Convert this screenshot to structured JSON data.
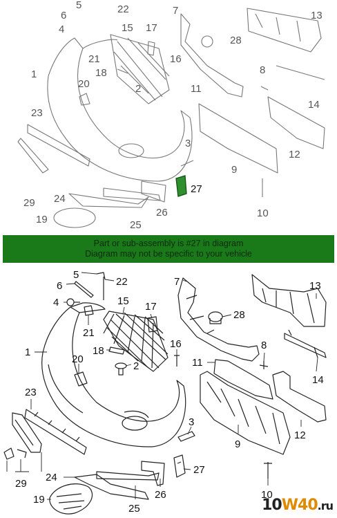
{
  "banner": {
    "line1": "Part or sub-assembly is #27 in diagram",
    "line2": "Diagram may not be specific to your vehicle"
  },
  "highlight_part": "27",
  "callouts": [
    "1",
    "2",
    "3",
    "4",
    "5",
    "6",
    "7",
    "8",
    "9",
    "10",
    "11",
    "12",
    "13",
    "14",
    "15",
    "16",
    "17",
    "18",
    "19",
    "20",
    "21",
    "22",
    "23",
    "24",
    "25",
    "26",
    "27",
    "28",
    "29"
  ],
  "watermark": {
    "a": "10",
    "b": "W40",
    "c": ".ru"
  },
  "colors": {
    "banner_bg": "#1a7a1a",
    "highlight": "#2f8f2f",
    "watermark_accent": "#e08a00"
  }
}
